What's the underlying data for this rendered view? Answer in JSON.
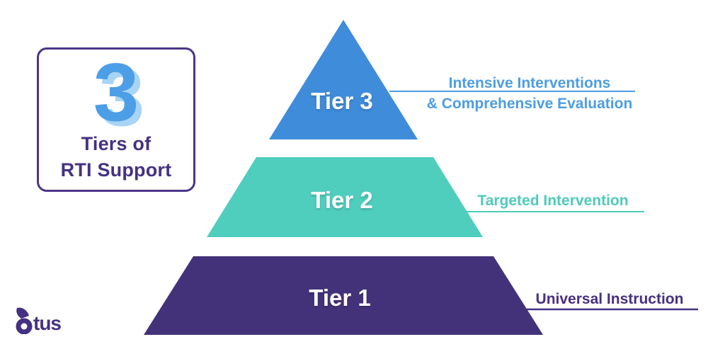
{
  "diagram": {
    "badge": {
      "number": "3",
      "title_line1": "Tiers of",
      "title_line2": "RTI Support",
      "number_color": "#4C9FE6",
      "text_color": "#453181",
      "border_color": "#4B3589"
    },
    "tiers": [
      {
        "name": "Tier 3",
        "fill": "#3F8CDB",
        "label_color": "#4D9DE3",
        "desc_line1": "Intensive Interventions",
        "desc_line2": "& Comprehensive Evaluation"
      },
      {
        "name": "Tier 2",
        "fill": "#4FCEBE",
        "label_color": "#4FCBBA",
        "desc_line1": "Targeted Intervention"
      },
      {
        "name": "Tier 1",
        "fill": "#433279",
        "label_color": "#453181",
        "desc_line1": "Universal Instruction"
      }
    ],
    "logo": {
      "name": "Otus",
      "wordmark_suffix": "tus",
      "color": "#453181"
    }
  }
}
